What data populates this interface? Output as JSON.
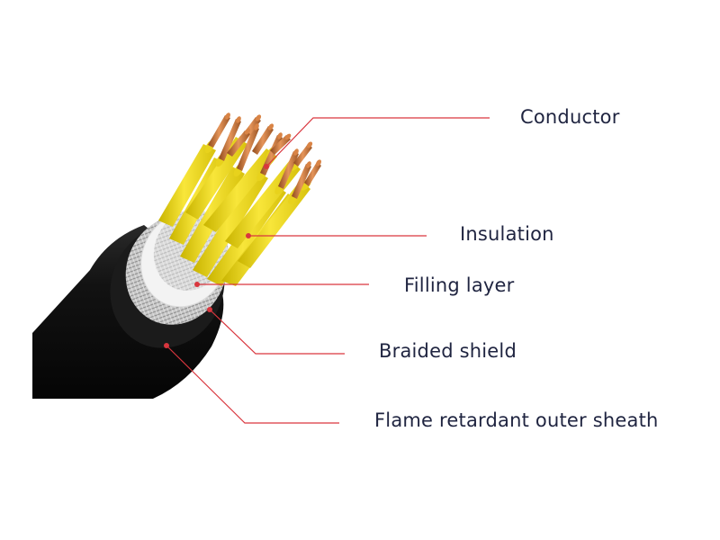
{
  "colors": {
    "leader_line": "#d9363e",
    "label_text": "#1f2440",
    "sheath": "#141414",
    "insulation": "#f2dc1a",
    "conductor": "#c8733a",
    "filling": "#f2f2f2",
    "shield": "#b9b9b9"
  },
  "labels": {
    "conductor": "Conductor",
    "insulation": "Insulation",
    "filling_layer": "Filling layer",
    "braided_shield": "Braided shield",
    "outer_sheath": "Flame retardant outer sheath"
  }
}
